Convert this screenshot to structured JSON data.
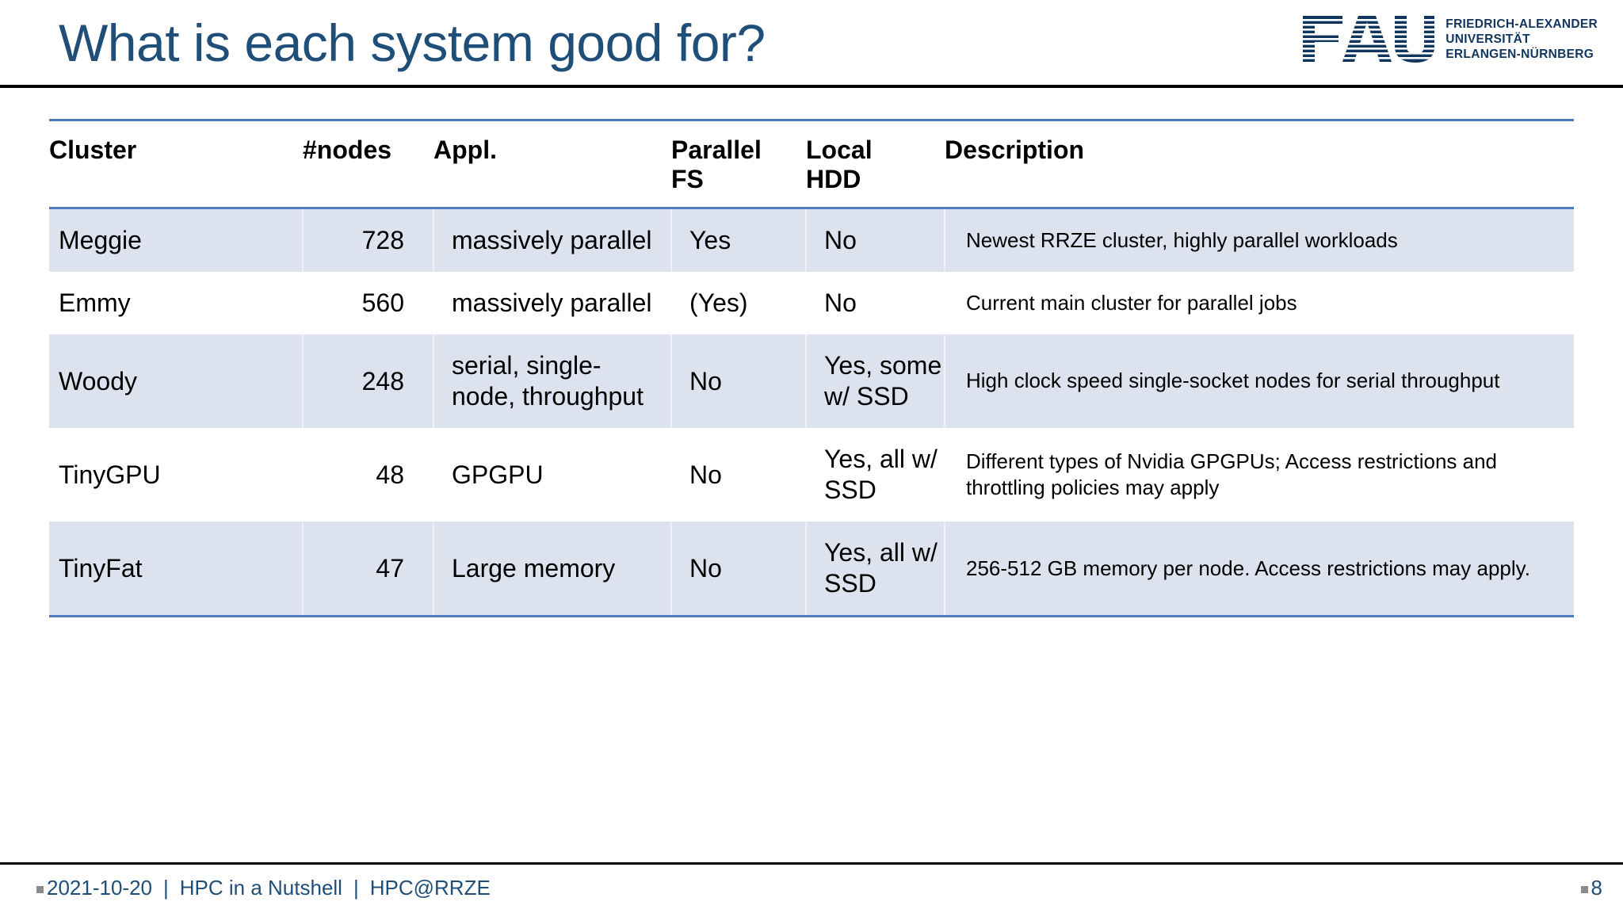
{
  "slide": {
    "title": "What is each system good for?",
    "page_number": "8"
  },
  "logo": {
    "mark": "FAU",
    "line1": "FRIEDRICH-ALEXANDER",
    "line2": "UNIVERSITÄT",
    "line3": "ERLANGEN-NÜRNBERG",
    "color": "#10365e"
  },
  "table": {
    "headers": {
      "cluster": "Cluster",
      "nodes": "#nodes",
      "appl": "Appl.",
      "pfs_line1": "Parallel",
      "pfs_line2": "FS",
      "hdd_line1": "Local",
      "hdd_line2": "HDD",
      "description": "Description"
    },
    "rows": [
      {
        "cluster": "Meggie",
        "nodes": "728",
        "appl": "massively parallel",
        "parallel_fs": "Yes",
        "local_hdd": "No",
        "description": "Newest RRZE cluster, highly parallel workloads"
      },
      {
        "cluster": "Emmy",
        "nodes": "560",
        "appl": "massively parallel",
        "parallel_fs": "(Yes)",
        "local_hdd": "No",
        "description": "Current main cluster for parallel jobs"
      },
      {
        "cluster": "Woody",
        "nodes": "248",
        "appl": "serial, single-node, throughput",
        "parallel_fs": "No",
        "local_hdd": "Yes, some w/ SSD",
        "description": "High clock speed single-socket nodes for serial throughput"
      },
      {
        "cluster": "TinyGPU",
        "nodes": "48",
        "appl": "GPGPU",
        "parallel_fs": "No",
        "local_hdd": "Yes, all w/ SSD",
        "description": "Different types of Nvidia GPGPUs; Access restrictions and throttling policies may apply"
      },
      {
        "cluster": "TinyFat",
        "nodes": "47",
        "appl": "Large memory",
        "parallel_fs": "No",
        "local_hdd": "Yes, all w/ SSD",
        "description": "256-512 GB memory per node. Access restrictions may apply."
      }
    ]
  },
  "footer": {
    "date": "2021-10-20",
    "separator": "|",
    "course": "HPC in a Nutshell",
    "org": "HPC@RRZE"
  },
  "colors": {
    "title_blue": "#1f4e79",
    "rule_blue": "#4a7ebb",
    "row_shade": "#dce3ef",
    "logo_blue": "#10365e"
  }
}
